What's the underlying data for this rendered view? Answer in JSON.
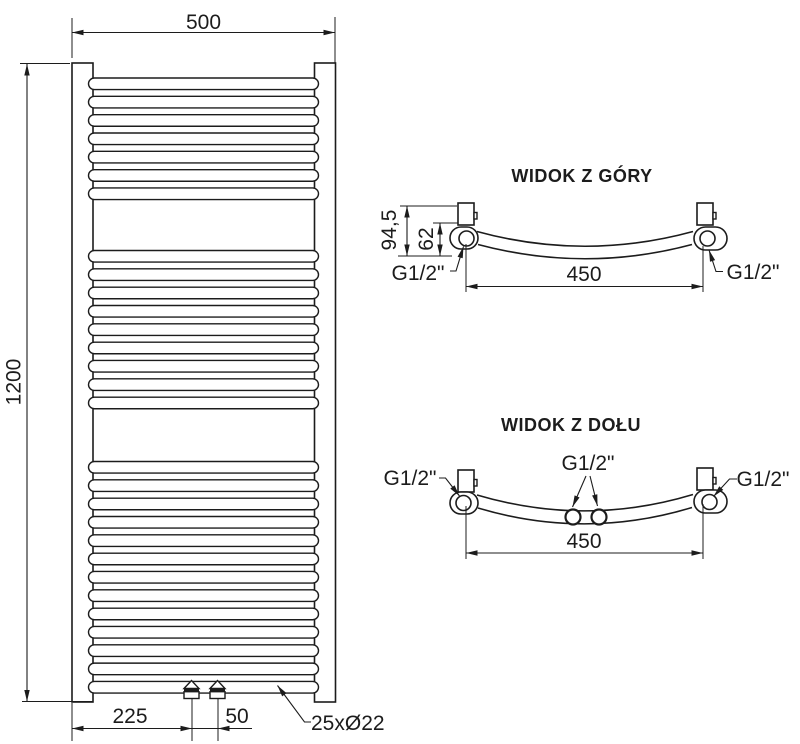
{
  "front_view": {
    "width_mm": "500",
    "height_mm": "1200",
    "offset_left_mm": "225",
    "valve_spacing_mm": "50",
    "tubes_note": "25xØ22",
    "rung_groups": [
      7,
      9,
      13
    ]
  },
  "top_view": {
    "title": "WIDOK Z GÓRY",
    "depth_total_mm": "94,5",
    "depth_axis_mm": "62",
    "span_mm": "450",
    "thread_left": "G1/2\"",
    "thread_right": "G1/2\""
  },
  "bottom_view": {
    "title": "WIDOK Z DOŁU",
    "span_mm": "450",
    "thread_left": "G1/2\"",
    "thread_center": "G1/2\"",
    "thread_right": "G1/2\""
  },
  "colors": {
    "line": "#1c1c1c",
    "background": "#ffffff"
  }
}
